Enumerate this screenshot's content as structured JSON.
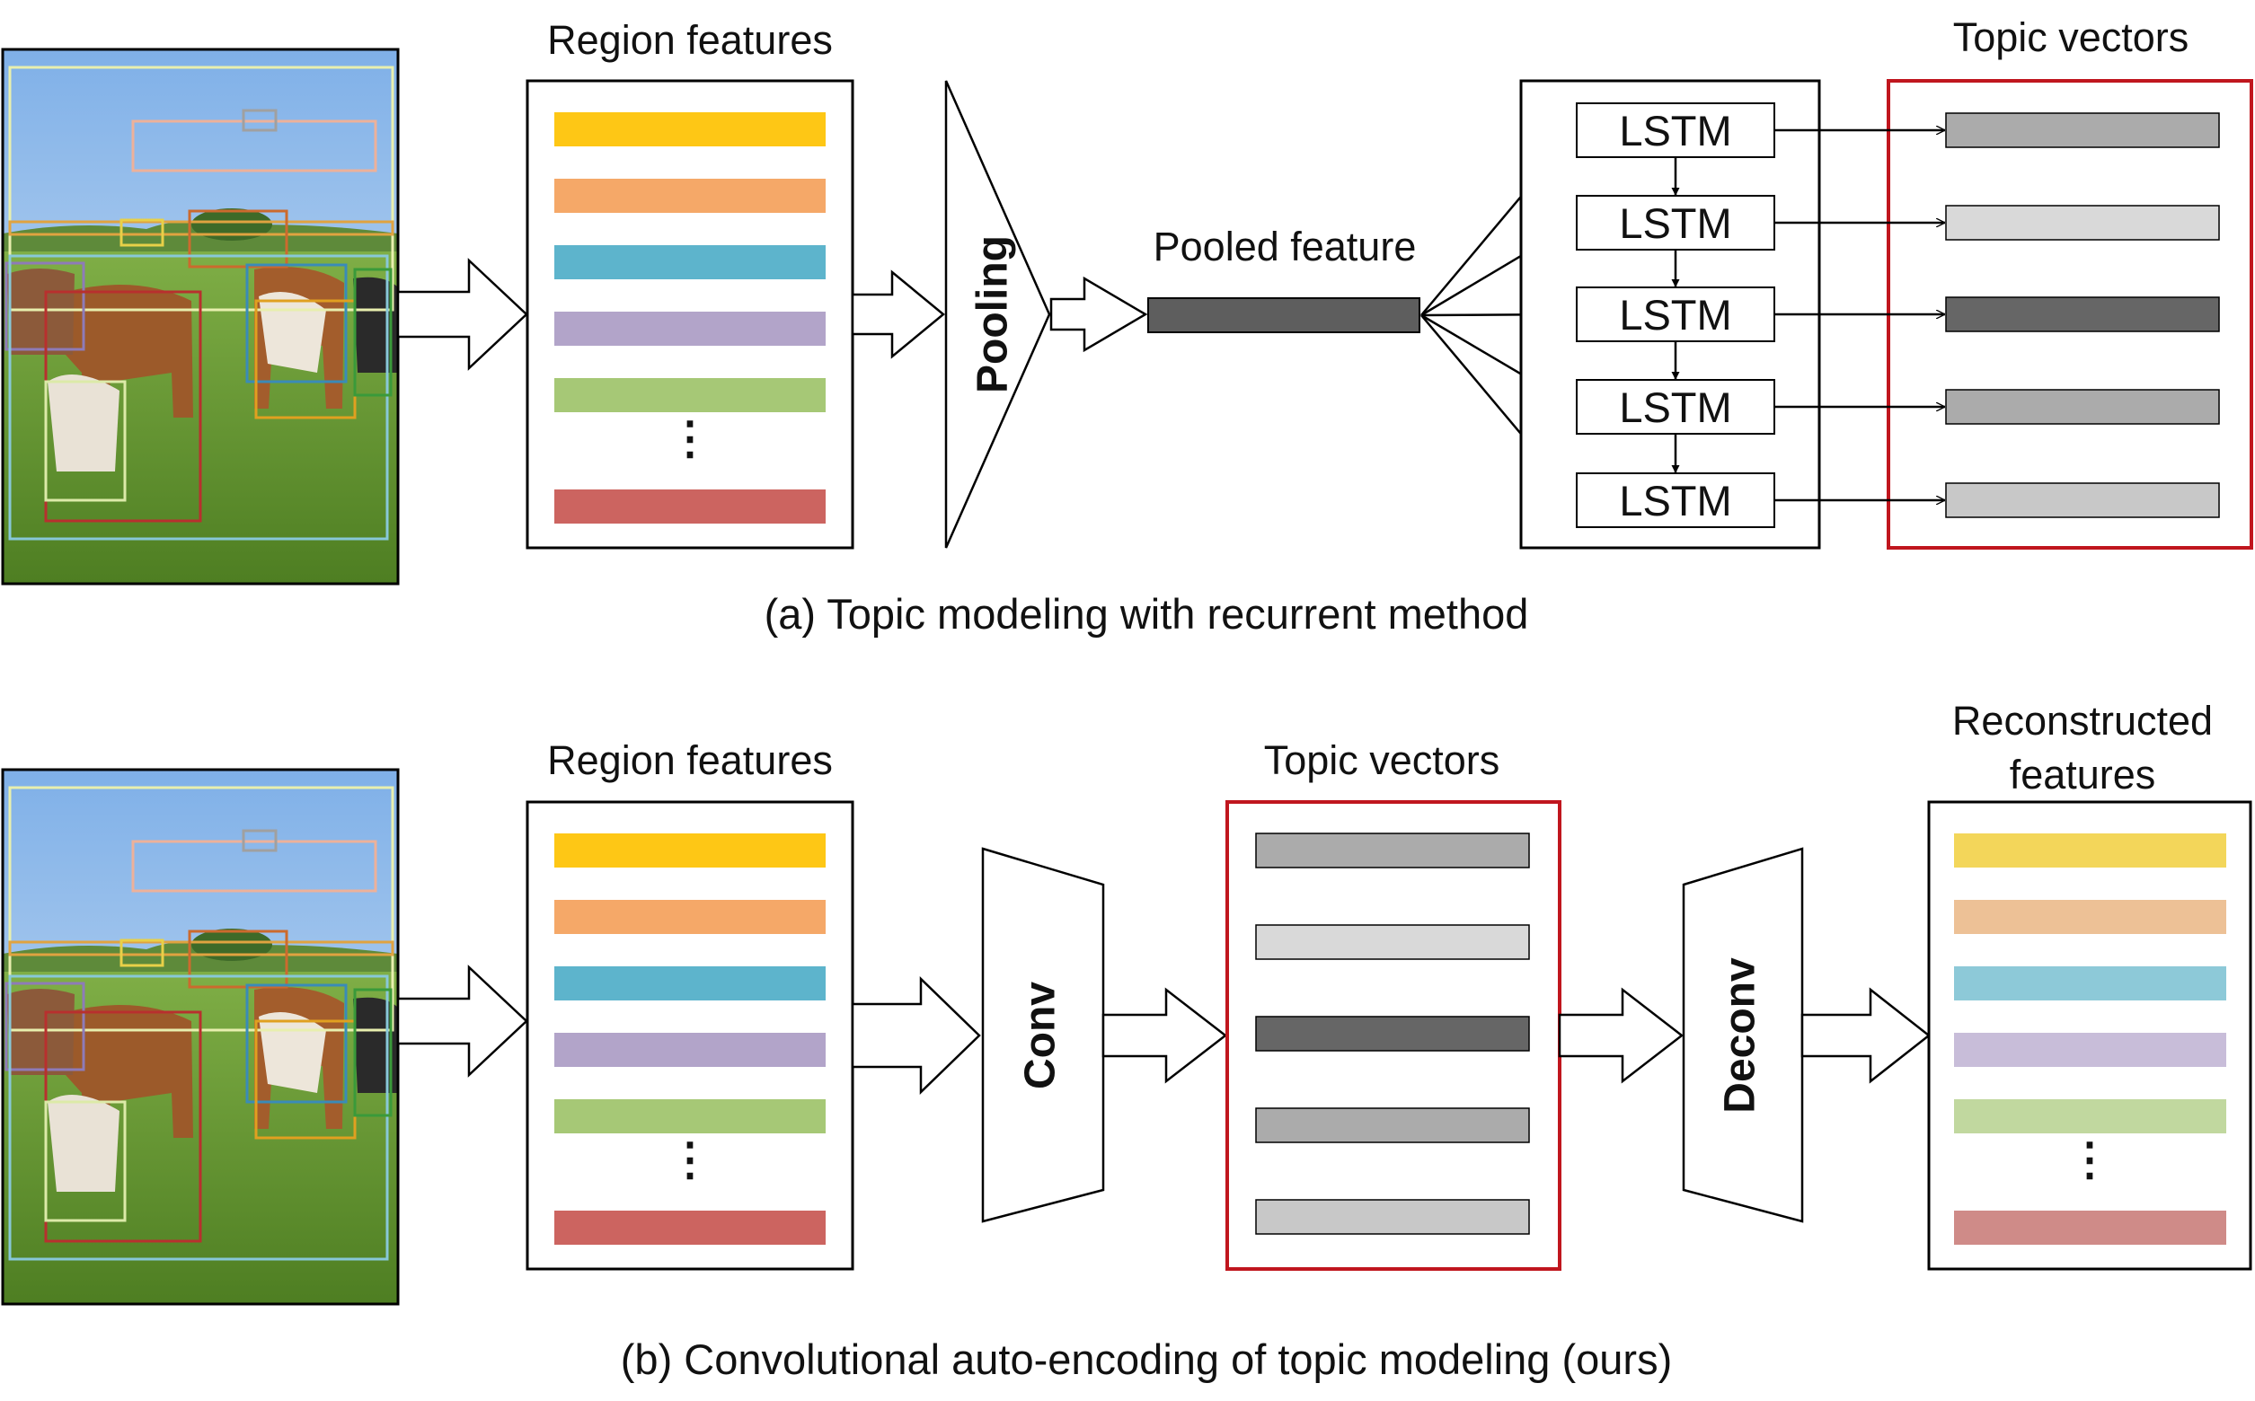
{
  "panel_a": {
    "caption": "(a) Topic modeling with recurrent method",
    "region_features": {
      "title": "Region features",
      "bar_colors": [
        "#FEC715",
        "#F5A868",
        "#5DB4CC",
        "#B2A4C9",
        "#A6C876",
        "#CC6460"
      ],
      "ellipsis": "⋮"
    },
    "pooling_label": "Pooling",
    "pooled_feature": {
      "title": "Pooled feature",
      "color": "#5E5E5E"
    },
    "lstm": {
      "labels": [
        "LSTM",
        "LSTM",
        "LSTM",
        "LSTM",
        "LSTM"
      ]
    },
    "topic_vectors": {
      "title": "Topic vectors",
      "bar_colors": [
        "#ABABAB",
        "#D9D9D9",
        "#666666",
        "#ABABAB",
        "#C8C8C8"
      ],
      "border_color": "#C0161E"
    }
  },
  "panel_b": {
    "caption": "(b) Convolutional auto-encoding of topic modeling (ours)",
    "region_features": {
      "title": "Region features",
      "bar_colors": [
        "#FEC715",
        "#F5A868",
        "#5DB4CC",
        "#B2A4C9",
        "#A6C876",
        "#CC6460"
      ],
      "ellipsis": "⋮"
    },
    "conv_label": "Conv",
    "topic_vectors": {
      "title": "Topic vectors",
      "bar_colors": [
        "#ABABAB",
        "#D9D9D9",
        "#666666",
        "#ABABAB",
        "#C8C8C8"
      ],
      "border_color": "#C0161E"
    },
    "deconv_label": "Deconv",
    "reconstructed": {
      "title_line1": "Reconstructed",
      "title_line2": "features",
      "bar_colors": [
        "#F3D65A",
        "#EDC196",
        "#8DC9D8",
        "#C8BDD9",
        "#C1D89F",
        "#CF8B88"
      ],
      "ellipsis": "⋮"
    }
  },
  "photo": {
    "box_colors": [
      "#E8EFAE",
      "#EDB19A",
      "#A0A0A0",
      "#E0A340",
      "#E8D048",
      "#CC6A2E",
      "#8E7BB8",
      "#B8302E",
      "#DCEAA8",
      "#88C8D8",
      "#3A8BB8",
      "#E0A020",
      "#3A9A3A"
    ]
  }
}
